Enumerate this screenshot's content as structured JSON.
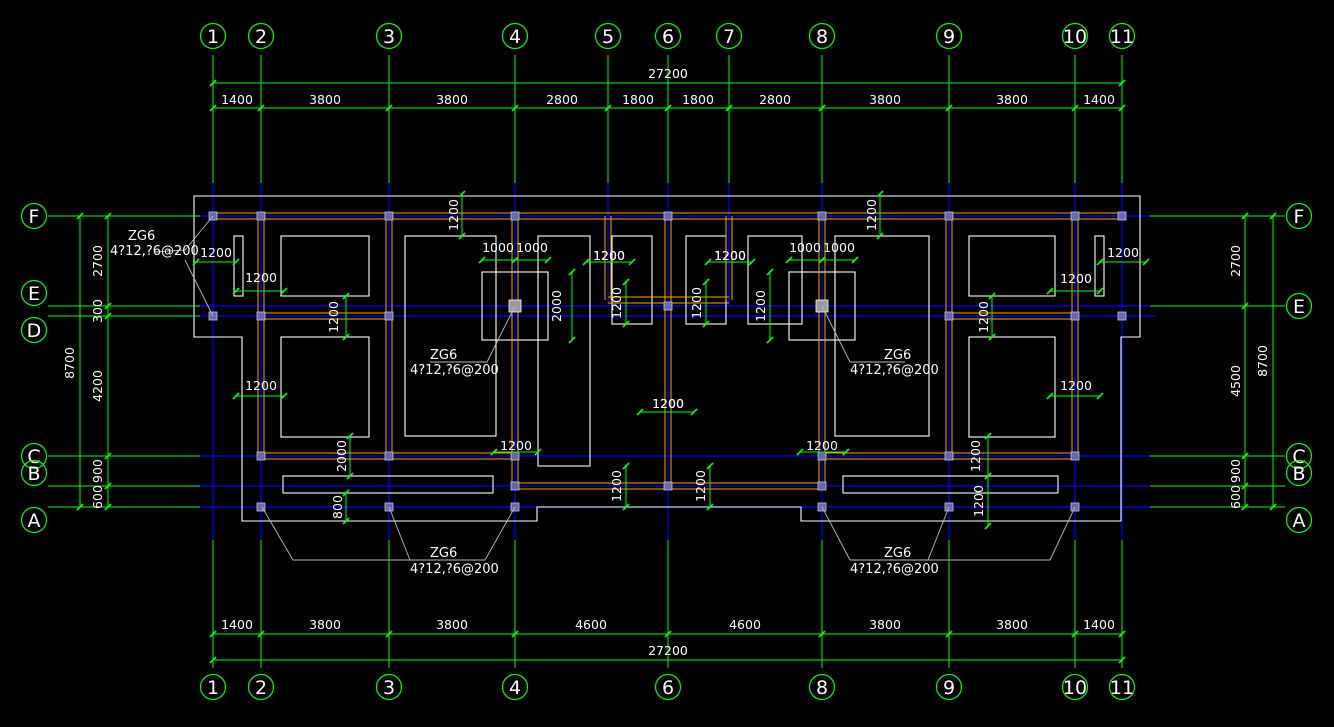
{
  "colors": {
    "background": "#000000",
    "grid": "#0000ff",
    "dimension": "#00ff00",
    "wall": "#ffffff",
    "beam": "#ffa500",
    "column": "#8080a0"
  },
  "axes": {
    "vertical": [
      "1",
      "2",
      "3",
      "4",
      "5",
      "6",
      "7",
      "8",
      "9",
      "10",
      "11"
    ],
    "bottom": [
      "1",
      "2",
      "3",
      "4",
      "6",
      "8",
      "9",
      "10",
      "11"
    ],
    "horizontal": [
      "F",
      "E",
      "D",
      "C",
      "B",
      "A"
    ]
  },
  "dimensions": {
    "overall_top": "27200",
    "top": [
      "1400",
      "3800",
      "3800",
      "2800",
      "1800",
      "1800",
      "2800",
      "3800",
      "3800",
      "1400"
    ],
    "overall_bottom": "27200",
    "bottom": [
      "1400",
      "3800",
      "3800",
      "4600",
      "4600",
      "3800",
      "3800",
      "1400"
    ],
    "left_overall": "8700",
    "left": [
      "2700",
      "300",
      "4200",
      "900",
      "600"
    ],
    "right_overall": "8700",
    "right": [
      "2700",
      "4500",
      "900",
      "600"
    ]
  },
  "inner_dims": {
    "h": [
      "1200",
      "1200",
      "1200",
      "1200",
      "1200",
      "1200",
      "1200",
      "1200",
      "1200",
      "1200",
      "1200",
      "1200",
      "1200",
      "1200"
    ],
    "v": [
      "1200",
      "1200",
      "2000",
      "1200",
      "1200",
      "2000",
      "1200",
      "1200",
      "1200",
      "1200",
      "1200",
      "1200",
      "800",
      "1200",
      "1200",
      "1200"
    ],
    "split": [
      "1000",
      "1000",
      "1000",
      "1000"
    ]
  },
  "column_labels": [
    {
      "name": "ZG6",
      "spec": "4?12,?6@200"
    },
    {
      "name": "ZG6",
      "spec": "4?12,?6@200"
    },
    {
      "name": "ZG6",
      "spec": "4?12,?6@200"
    },
    {
      "name": "ZG6",
      "spec": "4?12,?6@200"
    },
    {
      "name": "ZG6",
      "spec": "4?12,?6@200"
    }
  ]
}
